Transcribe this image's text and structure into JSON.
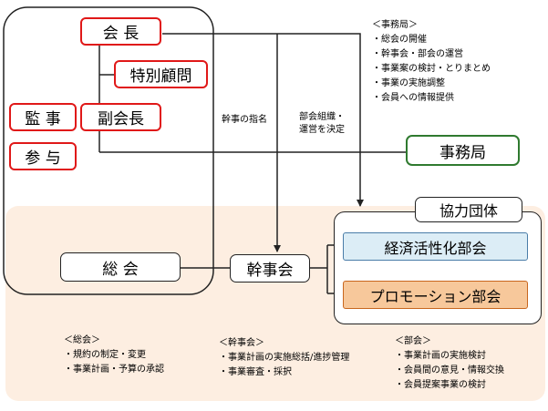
{
  "nodes": {
    "kaicho": "会 長",
    "tokubetsu_komon": "特別顧問",
    "fuku_kaicho": "副会長",
    "kanji": "監 事",
    "sanyo": "参 与",
    "jimukyoku": "事務局",
    "kyoryoku_dantai": "協力団体",
    "keizai_bukai": "経済活性化部会",
    "promotion_bukai": "プロモーション部会",
    "sokai": "総 会",
    "kanjikai": "幹事会"
  },
  "arrow_labels": {
    "kanji_shimei": "幹事の指名",
    "bukai_soshiki_line1": "部会組織・",
    "bukai_soshiki_line2": "運営を決定"
  },
  "notes": {
    "jimukyoku": {
      "title": "＜事務局＞",
      "items": [
        "・総会の開催",
        "・幹事会・部会の運営",
        "・事業案の検討・とりまとめ",
        "・事業の実施調整",
        "・会員への情報提供"
      ]
    },
    "sokai": {
      "title": "＜総会＞",
      "items": [
        "・規約の制定・変更",
        "・事業計画・予算の承認"
      ]
    },
    "kanjikai": {
      "title": "＜幹事会＞",
      "items": [
        "・事業計画の実施総括/進捗管理",
        "・事業審査・採択"
      ]
    },
    "bukai": {
      "title": "＜部会＞",
      "items": [
        "・事業計画の実施検討",
        "・会員間の意見・情報交換",
        "・会員提案事業の検討"
      ]
    }
  },
  "colors": {
    "peach_background": "#fdeee1",
    "red_border": "#e01818",
    "green_border": "#2f7a2f",
    "keizai_fill": "#dcedf6",
    "keizai_border": "#4a7da8",
    "promotion_fill": "#f7c89b",
    "promotion_border": "#c8661e"
  }
}
